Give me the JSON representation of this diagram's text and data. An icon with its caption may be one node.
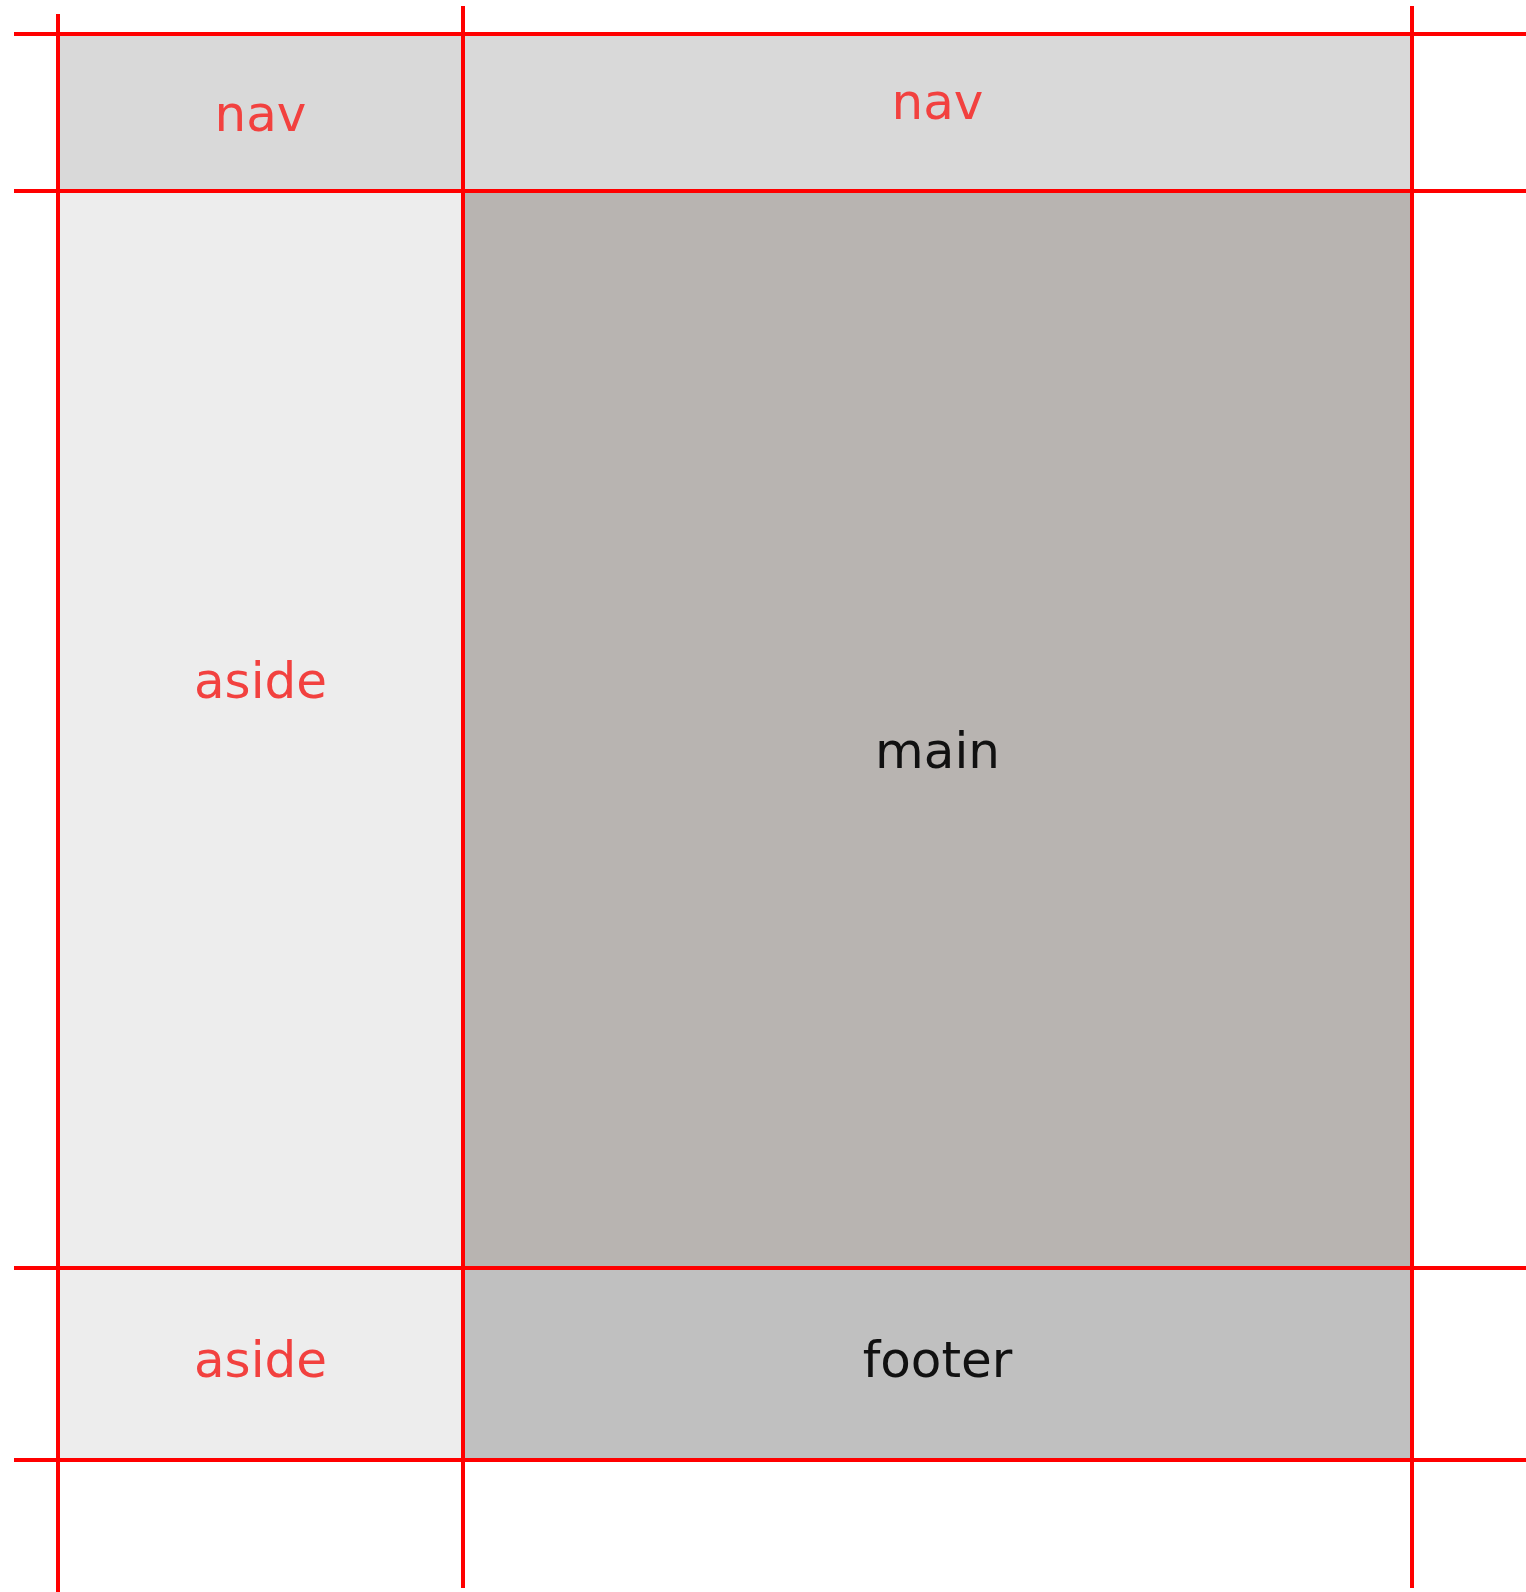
{
  "diagram": {
    "nodes": [
      {
        "text": [
          "nav"
        ]
      },
      {
        "text": [
          "nav"
        ]
      },
      {
        "text": [
          "aside"
        ]
      },
      {
        "text": [
          "main"
        ]
      },
      {
        "text": [
          "aside"
        ]
      },
      {
        "text": [
          "footer"
        ]
      }
    ]
  }
}
